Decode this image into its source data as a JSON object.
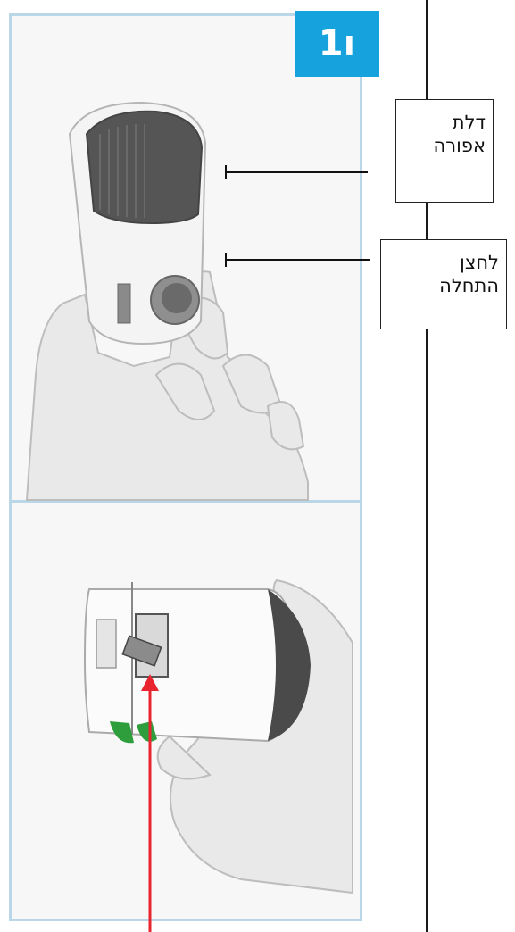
{
  "step_badge": "ו1",
  "labels": {
    "aperture_door": [
      "דלת",
      "אפורה"
    ],
    "start_button": [
      "לחצן",
      "התחלה"
    ]
  },
  "colors": {
    "badge": "#16a2dc",
    "panel_border": "#b9d7e7",
    "arrow": "#e8252f",
    "marker": "#2e9e3c"
  }
}
